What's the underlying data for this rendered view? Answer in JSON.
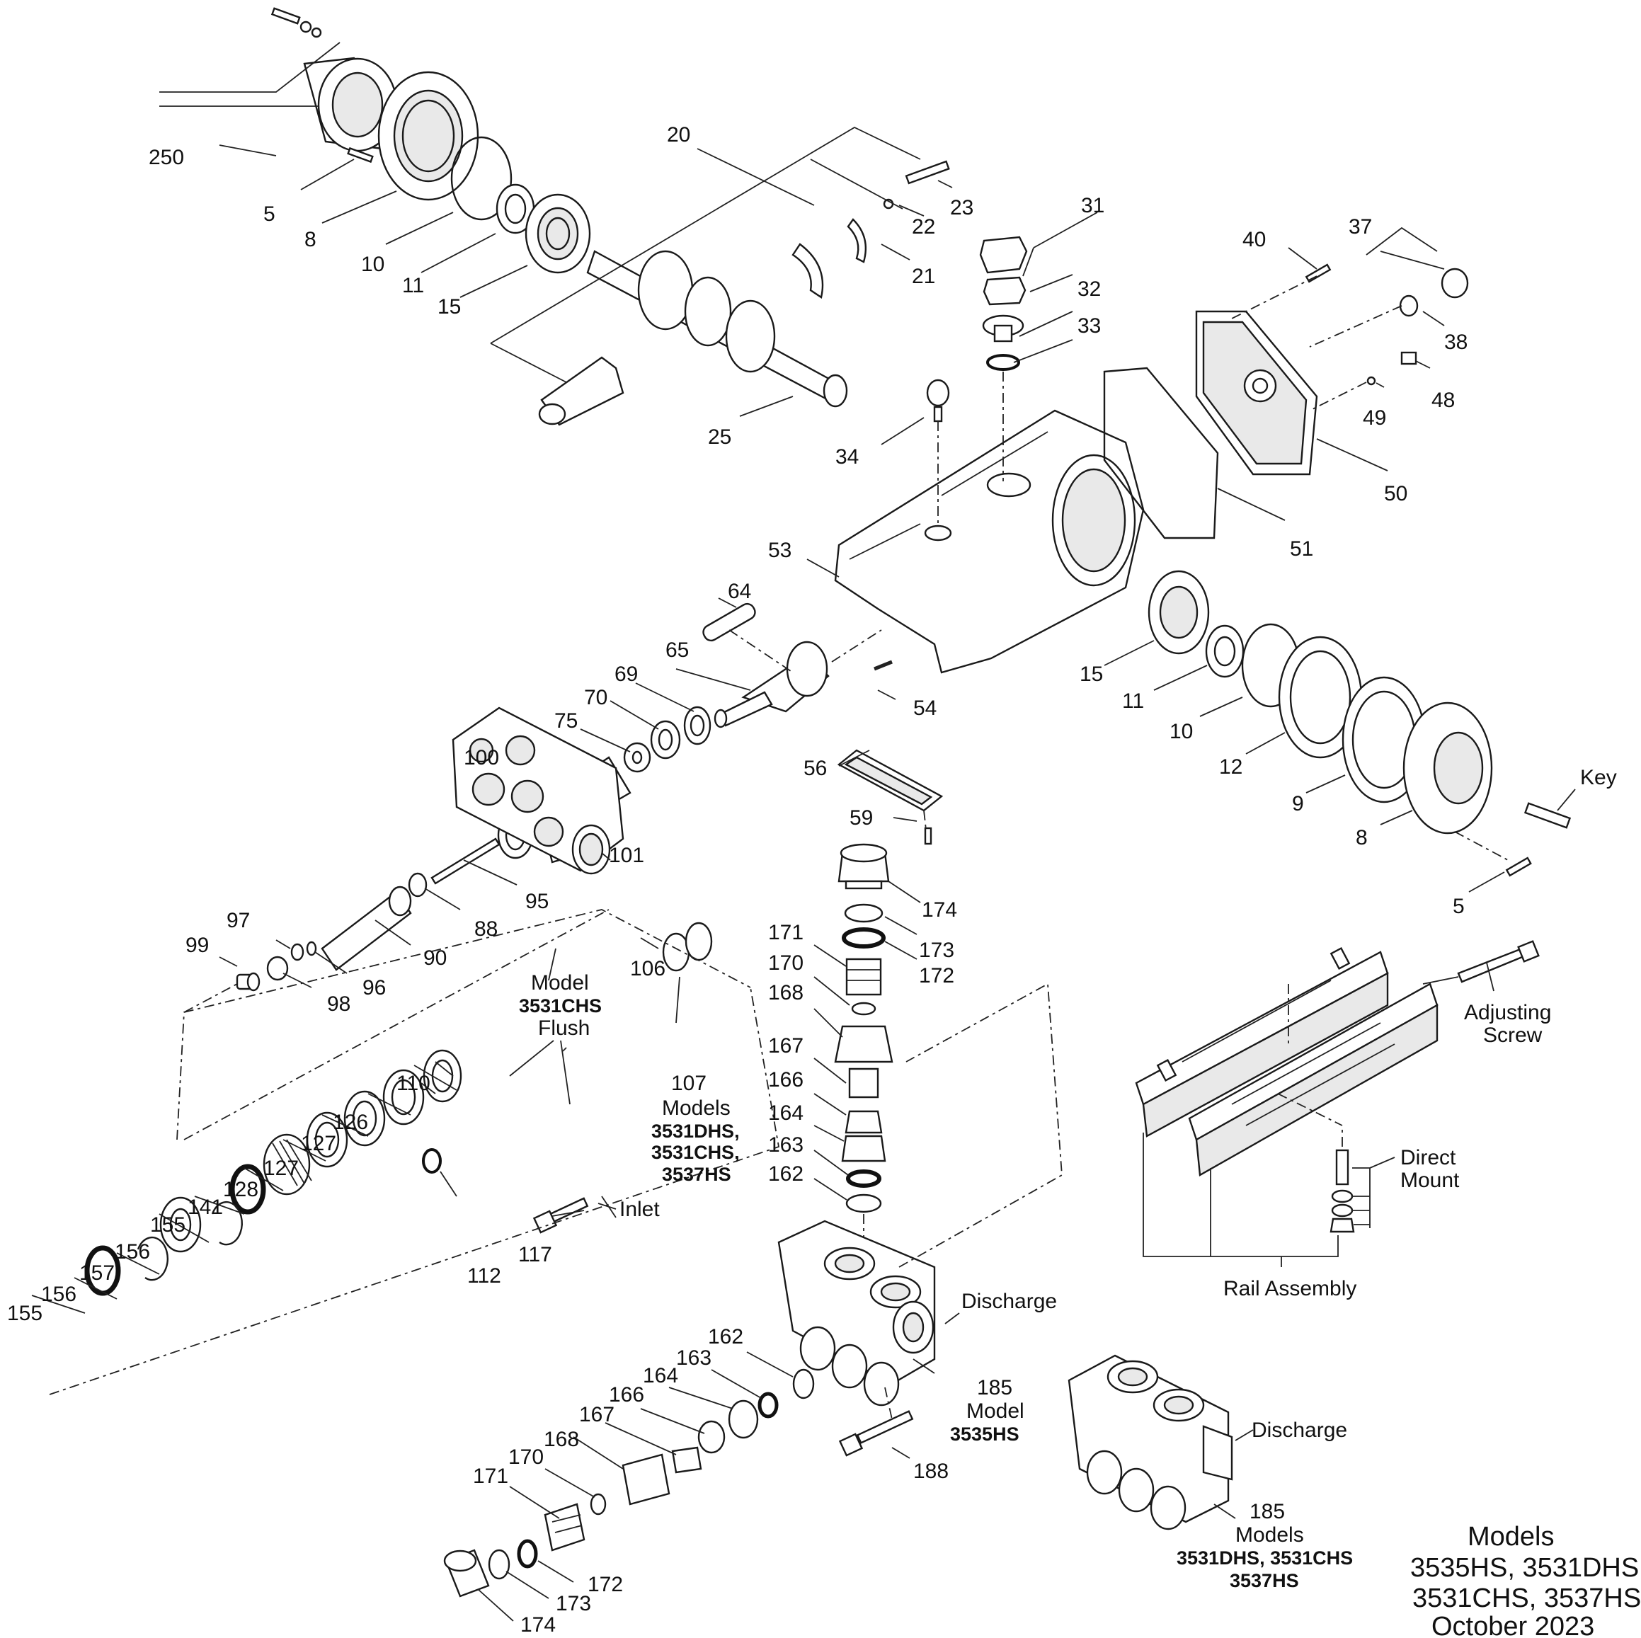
{
  "labels": {
    "p250": "250",
    "p5a": "5",
    "p8a": "8",
    "p10a": "10",
    "p11a": "11",
    "p15a": "15",
    "p20": "20",
    "p21": "21",
    "p22": "22",
    "p23": "23",
    "p25": "25",
    "p31": "31",
    "p32": "32",
    "p33": "33",
    "p34": "34",
    "p37": "37",
    "p38": "38",
    "p40": "40",
    "p48": "48",
    "p49": "49",
    "p50": "50",
    "p51": "51",
    "p53": "53",
    "p54": "54",
    "p56": "56",
    "p59": "59",
    "p64": "64",
    "p65": "65",
    "p69": "69",
    "p70": "70",
    "p75": "75",
    "p15b": "15",
    "p11b": "11",
    "p10b": "10",
    "p12": "12",
    "p9": "9",
    "p8b": "8",
    "p5b": "5",
    "key": "Key",
    "p100": "100",
    "p101": "101",
    "p95": "95",
    "p88": "88",
    "p90": "90",
    "p97": "97",
    "p96": "96",
    "p99": "99",
    "p98": "98",
    "p106": "106",
    "p107": "107",
    "p110": "110",
    "p112": "112",
    "p117": "117",
    "p126": "126",
    "p127a": "127",
    "p127b": "127",
    "p128": "128",
    "p141": "141",
    "p155a": "155",
    "p156a": "156",
    "p157": "157",
    "p156b": "156",
    "p155b": "155",
    "p174a": "174",
    "p173a": "173",
    "p172a": "172",
    "p171a": "171",
    "p170a": "170",
    "p168a": "168",
    "p167a": "167",
    "p166a": "166",
    "p164a": "164",
    "p163a": "163",
    "p162a": "162",
    "p162b": "162",
    "p163b": "163",
    "p164b": "164",
    "p166b": "166",
    "p167b": "167",
    "p168b": "168",
    "p170b": "170",
    "p171b": "171",
    "p172b": "172",
    "p173b": "173",
    "p174b": "174",
    "p185a": "185",
    "p185b": "185",
    "p188": "188"
  },
  "notes": {
    "flush_model": "Model",
    "flush_model_no": "3531CHS",
    "flush_word": "Flush",
    "models_107": "Models",
    "models_107_list": [
      "3531DHS,",
      "3531CHS,",
      "3537HS"
    ],
    "inlet": "Inlet",
    "discharge_a": "Discharge",
    "model_185a": "Model",
    "model_185a_no": "3535HS",
    "discharge_b": "Discharge",
    "models_185b": "Models",
    "models_185b_list": [
      "3531DHS, 3531CHS",
      "3537HS"
    ],
    "adjusting_screw": [
      "Adjusting",
      "Screw"
    ],
    "direct_mount": [
      "Direct",
      "Mount"
    ],
    "rail_assembly": "Rail Assembly"
  },
  "caption": {
    "line1": "Models",
    "line2": "3535HS, 3531DHS,",
    "line3": "3531CHS, 3537HS",
    "line4": "October 2023"
  }
}
